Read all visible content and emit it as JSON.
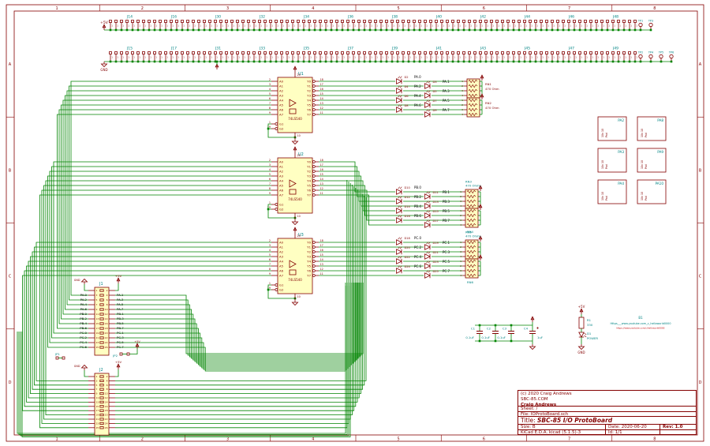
{
  "colors": {
    "wire": "#008400",
    "component": "#840000",
    "reference": "#008484",
    "net_label": "#000000",
    "fill": "#ffffc2",
    "frame": "#840000",
    "url_red": "#c00000"
  },
  "frame": {
    "columns": [
      "1",
      "2",
      "3",
      "4",
      "5",
      "6",
      "7",
      "8"
    ],
    "rows": [
      "A",
      "B",
      "C",
      "D"
    ]
  },
  "power": {
    "vcc": "+5V",
    "gnd": "GND"
  },
  "rails": {
    "top": {
      "power": "+5V",
      "headers": [
        "J14",
        "J16",
        "J30",
        "J32",
        "J34",
        "J36",
        "J38",
        "J40",
        "J42",
        "J44",
        "J46",
        "J48"
      ],
      "testpoints": [
        "TP1",
        "TP3"
      ]
    },
    "bottom": {
      "power": "GND",
      "headers": [
        "J15",
        "J17",
        "J31",
        "J33",
        "J35",
        "J37",
        "J39",
        "J41",
        "J43",
        "J45",
        "J47",
        "J49"
      ],
      "testpoints": [
        "TP2",
        "TP4",
        "TP5",
        "TP6"
      ]
    }
  },
  "ics": {
    "value": "74LS540",
    "refs": [
      "U1",
      "U2",
      "U3"
    ],
    "left_pins": [
      {
        "num": "2",
        "name": "A0"
      },
      {
        "num": "3",
        "name": "A1"
      },
      {
        "num": "4",
        "name": "A2"
      },
      {
        "num": "5",
        "name": "A3"
      },
      {
        "num": "6",
        "name": "A4"
      },
      {
        "num": "7",
        "name": "A5"
      },
      {
        "num": "8",
        "name": "A6"
      },
      {
        "num": "9",
        "name": "A7"
      }
    ],
    "right_pins": [
      {
        "num": "18",
        "name": "Y0"
      },
      {
        "num": "17",
        "name": "Y1"
      },
      {
        "num": "16",
        "name": "Y2"
      },
      {
        "num": "15",
        "name": "Y3"
      },
      {
        "num": "14",
        "name": "Y4"
      },
      {
        "num": "13",
        "name": "Y5"
      },
      {
        "num": "12",
        "name": "Y6"
      },
      {
        "num": "11",
        "name": "Y7"
      }
    ],
    "enable_pins": [
      {
        "num": "1",
        "name": "G1"
      },
      {
        "num": "19",
        "name": "G2"
      }
    ],
    "vcc_pin": "20",
    "gnd_pin": "10"
  },
  "led_groups": [
    {
      "nets": [
        "PA.0",
        "PA.1",
        "PA.2",
        "PA.3",
        "PA.4",
        "PA.5",
        "PA.6",
        "PA.7"
      ],
      "led_refs": [
        "D2",
        "D3",
        "D4",
        "D5",
        "D6",
        "D7",
        "D8",
        "D9"
      ],
      "networks": [
        {
          "ref": "RN1",
          "value": "470 Ohm"
        },
        {
          "ref": "RN2",
          "value": "470 Ohm"
        }
      ],
      "label_position": "right"
    },
    {
      "nets": [
        "PB.0",
        "PB.1",
        "PB.2",
        "PB.3",
        "PB.4",
        "PB.5",
        "PB.6",
        "PB.7"
      ],
      "led_refs": [
        "D10",
        "D11",
        "D12",
        "D13",
        "D14",
        "D15",
        "D16",
        "D17"
      ],
      "networks": [
        {
          "ref": "RN3",
          "value": "470 Ohms"
        },
        {
          "ref": "RN4",
          "value": ""
        }
      ],
      "label_position": "vertical"
    },
    {
      "nets": [
        "PC.0",
        "PC.1",
        "PC.2",
        "PC.3",
        "PC.4",
        "PC.5",
        "PC.6",
        "PC.7"
      ],
      "led_refs": [
        "D18",
        "D19",
        "D20",
        "D21",
        "D22",
        "D23",
        "D24",
        "D25"
      ],
      "networks": [
        {
          "ref": "RN5",
          "value": "470 Ohms"
        },
        {
          "ref": "RN6",
          "value": ""
        }
      ],
      "label_position": "vertical"
    }
  ],
  "connectors": {
    "j1": {
      "ref": "J1",
      "rows": 13,
      "left_labels": [
        "PA.0",
        "PA.2",
        "PA.4",
        "PA.6",
        "PB.0",
        "PB.2",
        "PB.4",
        "PB.6",
        "PC.0",
        "PC.2",
        "PC.4",
        "PC.6"
      ],
      "right_labels": [
        "PA.1",
        "PA.3",
        "PA.5",
        "PA.7",
        "PB.1",
        "PB.3",
        "PB.5",
        "PB.7",
        "PC.1",
        "PC.3",
        "PC.5",
        "PC.7"
      ]
    },
    "j2": {
      "ref": "J2",
      "rows": 13
    }
  },
  "jumpers": [
    {
      "ref": "JP1"
    },
    {
      "ref": "JP2"
    }
  ],
  "pad_boxes": {
    "inner_text_1": "10x 10",
    "inner_text_2": "Pad",
    "refs": [
      [
        "PA2",
        "PA8"
      ],
      [
        "PA3",
        "PA9"
      ],
      [
        "PA4",
        "PA10"
      ]
    ]
  },
  "capacitors": [
    {
      "ref": "C1",
      "value": "0.1uF"
    },
    {
      "ref": "C2",
      "value": "0.1uF"
    },
    {
      "ref": "C3",
      "value": "0.1uF"
    },
    {
      "ref": "C4",
      "value": "1uF"
    }
  ],
  "power_led": {
    "resistor": {
      "ref": "R1",
      "value": "330"
    },
    "led": {
      "ref": "D1",
      "value": "POWER"
    }
  },
  "url_note": {
    "ref": "B1",
    "line1": "Https___www.youtube.com_c_helloworld0000",
    "line2": "https://www.youtube.com/c/helloworld0000"
  },
  "title_block": {
    "copyright": "(c) 2020 Craig Andrews",
    "site": "SBC-85.COM",
    "author": "Craig Andrews",
    "sheet": "Sheet: /",
    "file": "File: IOProtoBoard.sch",
    "title_label": "Title:",
    "title": "SBC-85 I/O ProtoBoard",
    "size": "Size: B",
    "date": "Date: 2020-06-20",
    "rev": "Rev: 1.0",
    "tool": "KiCad E.D.A.  kicad (5.1.5)-3",
    "id": "Id: 1/1"
  }
}
